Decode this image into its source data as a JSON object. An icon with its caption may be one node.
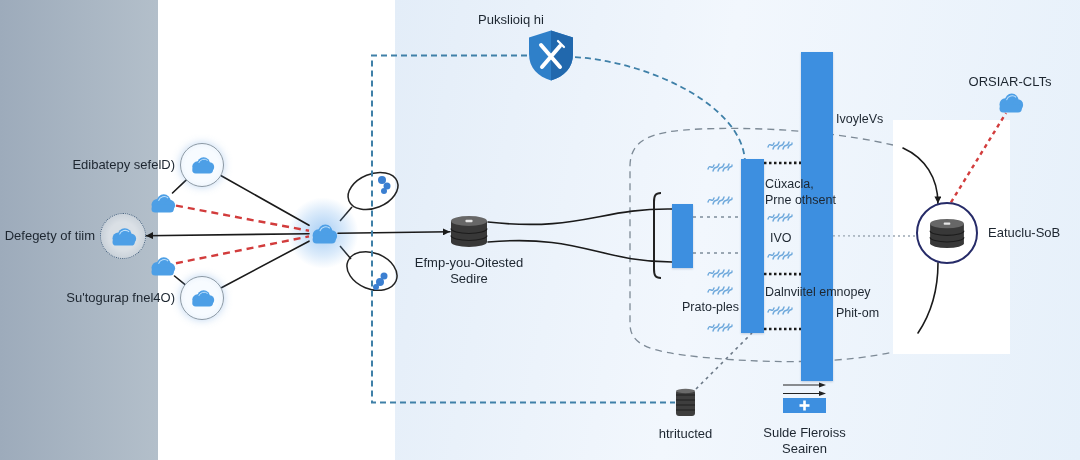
{
  "diagram": {
    "nodes": [
      {
        "text": [
          "Edibatepy sefelD)"
        ]
      },
      {
        "text": [],
        "shape": "cloud"
      },
      {
        "text": [
          "Defegety of tiim"
        ]
      },
      {
        "text": [],
        "shape": "cloud"
      },
      {
        "text": [
          "Su'togurap fnel4O)"
        ]
      },
      {
        "text": [],
        "shape": "cloud"
      },
      {
        "text": [
          "Pukslioiq hi"
        ]
      },
      {
        "text": [
          "Efmp-you-Oitested Sedire"
        ]
      },
      {
        "text": [],
        "shape": "bar"
      },
      {
        "text": [],
        "shape": "bar"
      },
      {
        "text": [],
        "shape": "bar",
        "beside": [
          "IvoyleVs",
          "Phit-om"
        ]
      },
      {
        "text": [
          "htritucted"
        ]
      },
      {
        "text": [
          "Sulde Fleroiss Seairen"
        ]
      },
      {
        "text": [
          "ORSIAR-CLTs"
        ]
      },
      {
        "text": [
          "Eatuclu-SoB"
        ]
      }
    ],
    "edges": [
      {
        "from": 0,
        "to": 5,
        "arrow": "none"
      },
      {
        "from": 4,
        "to": 5,
        "arrow": "none"
      },
      {
        "from": 0,
        "to": 1,
        "arrow": "none"
      },
      {
        "from": 3,
        "to": 4,
        "arrow": "none"
      },
      {
        "from": 1,
        "to": 5,
        "arrow": "none",
        "style": "dashed",
        "color": "#d23c3c"
      },
      {
        "from": 3,
        "to": 5,
        "arrow": "none",
        "style": "dashed",
        "color": "#d23c3c"
      },
      {
        "from": 5,
        "to": 2,
        "arrow": "to"
      },
      {
        "from": 5,
        "to": 7,
        "arrow": "to"
      },
      {
        "from": 6,
        "to": 11,
        "arrow": "none",
        "style": "dashed",
        "color": "#3f80a8"
      },
      {
        "from": 6,
        "to": 9,
        "arrow": "none",
        "style": "dashed",
        "color": "#3f80a8"
      },
      {
        "from": 7,
        "to": 8,
        "arrow": "none"
      },
      {
        "from": 7,
        "to": 8,
        "arrow": "none"
      },
      {
        "from": 8,
        "to": 9,
        "arrow": "none",
        "style": "dashed",
        "color": "#9aa7b3"
      },
      {
        "from": 8,
        "to": 9,
        "arrow": "none",
        "style": "dashed",
        "color": "#9aa7b3"
      },
      {
        "from": 9,
        "to": 10,
        "arrow": "none",
        "style": "dashed"
      },
      {
        "from": 9,
        "to": 10,
        "arrow": "none",
        "style": "dashed"
      },
      {
        "from": 9,
        "to": 10,
        "arrow": "none",
        "style": "dashed"
      },
      {
        "from": 11,
        "to": 9,
        "arrow": "none",
        "style": "dashed",
        "color": "#6b7886"
      },
      {
        "from": 10,
        "to": 14,
        "arrow": "none",
        "style": "dashed",
        "color": "#9aa7b3"
      },
      {
        "from": null,
        "to": 14,
        "arrow": "to"
      },
      {
        "from": 14,
        "to": null,
        "arrow": "none"
      },
      {
        "from": 14,
        "to": 13,
        "arrow": "none",
        "style": "dashed",
        "color": "#d23c3c"
      }
    ],
    "labels": [
      "Cüxacla, Prne othsent",
      "IVO",
      "Dalnviitel emnopey",
      "Prato-ples"
    ]
  }
}
